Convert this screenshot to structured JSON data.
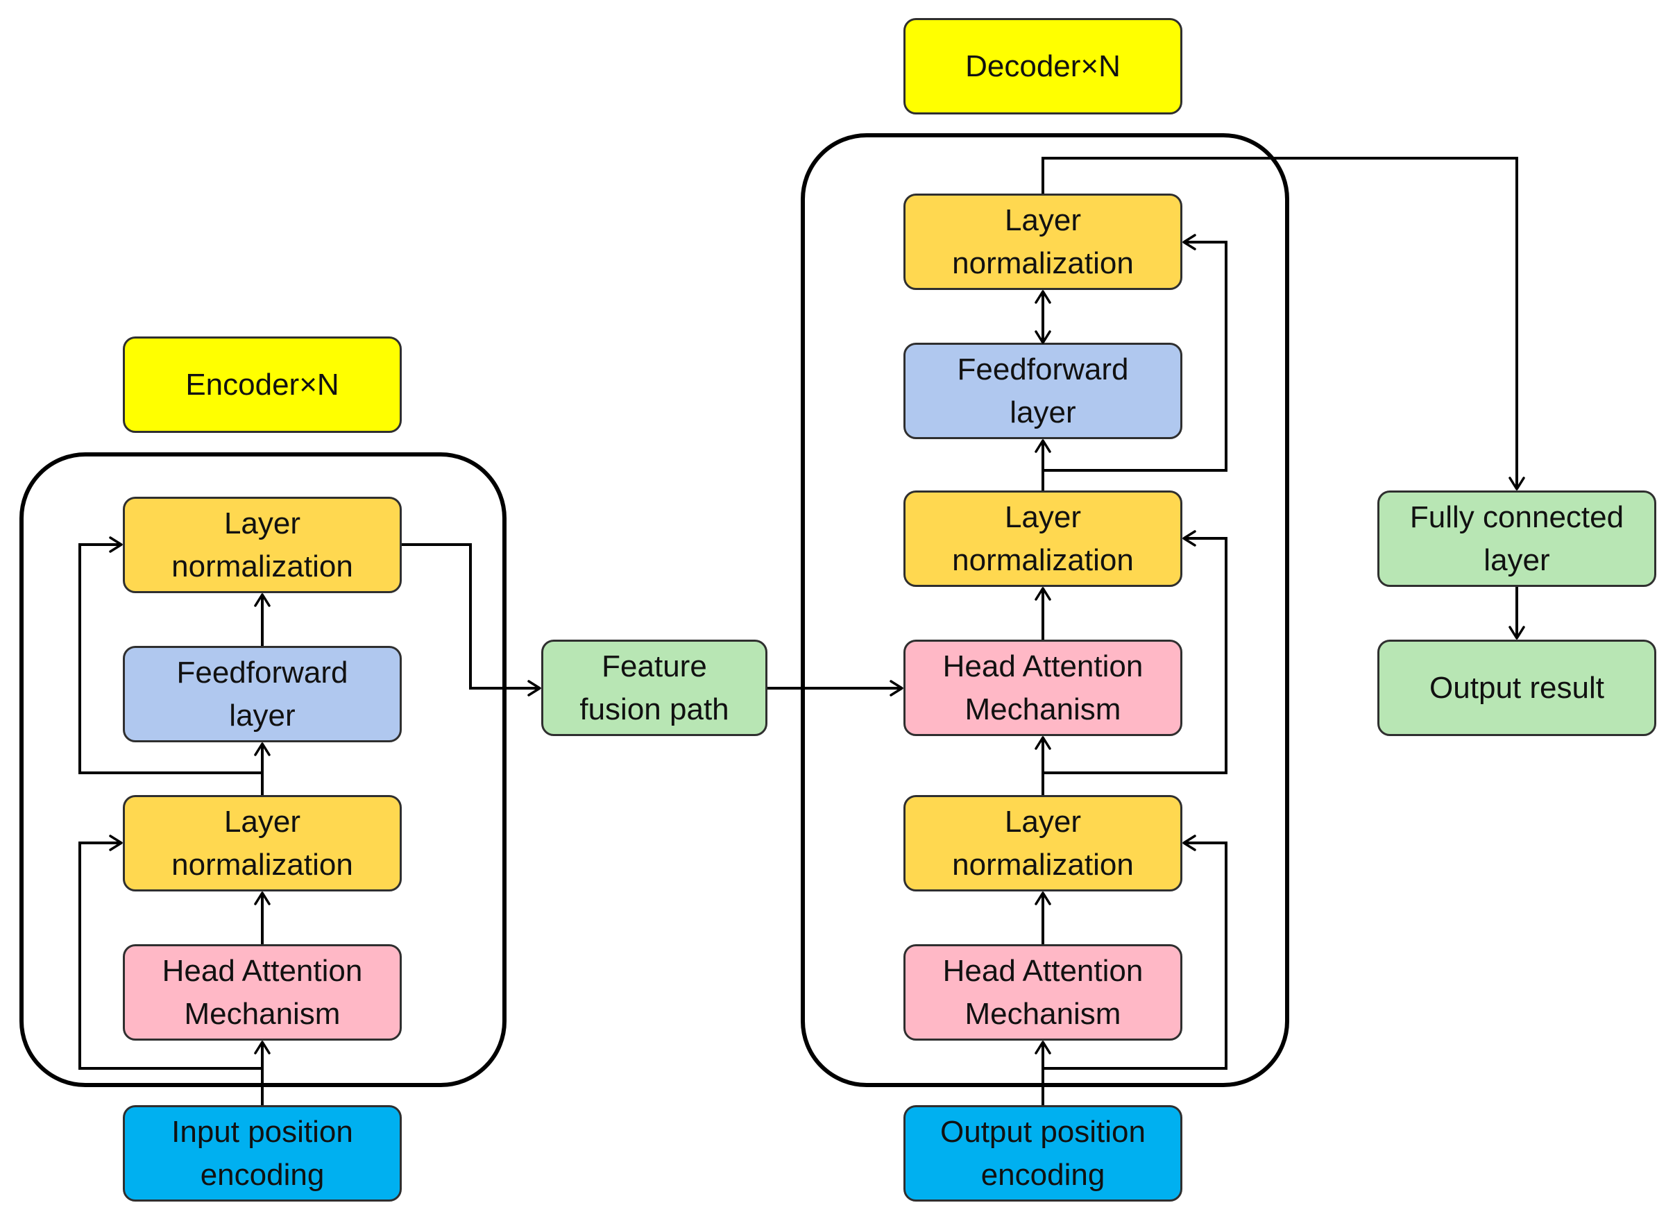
{
  "diagram": {
    "encoder": {
      "title": "Encoder×N",
      "layer_norm_top": "Layer\nnormalization",
      "feedforward": "Feedforward\nlayer",
      "layer_norm_bottom": "Layer\nnormalization",
      "attention": "Head Attention\nMechanism",
      "input_encoding": "Input position\nencoding"
    },
    "fusion": {
      "label": "Feature\nfusion path"
    },
    "decoder": {
      "title": "Decoder×N",
      "layer_norm_top": "Layer\nnormalization",
      "feedforward": "Feedforward\nlayer",
      "layer_norm_middle": "Layer\nnormalization",
      "attention_cross": "Head Attention\nMechanism",
      "layer_norm_bottom": "Layer\nnormalization",
      "attention_self": "Head Attention\nMechanism",
      "output_encoding": "Output position\nencoding"
    },
    "output_head": {
      "fully_connected": "Fully connected\nlayer",
      "result": "Output result"
    },
    "colors": {
      "title_box": "#ffff00",
      "layer_norm": "#ffd850",
      "feedforward": "#b0c8ef",
      "attention": "#ffb8c6",
      "green_box": "#b8e6b4",
      "encoding": "#00b0f0",
      "line": "#000000"
    }
  }
}
